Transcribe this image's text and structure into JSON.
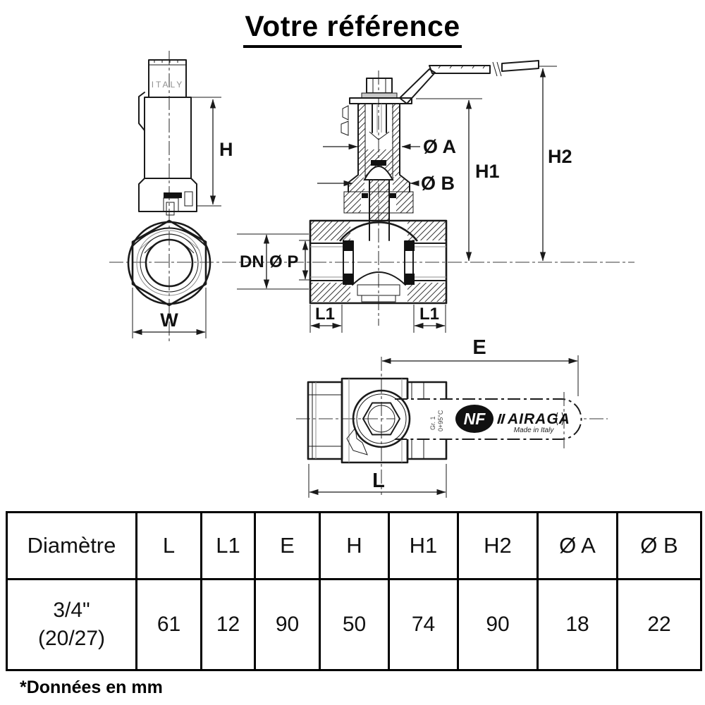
{
  "page": {
    "title": "Votre référence",
    "footnote": "*Données en mm"
  },
  "diagram": {
    "side_view": {
      "handle_marking": "ITALY",
      "dim_h": "H",
      "dim_w": "W"
    },
    "section_view": {
      "dim_dia_a": "Ø A",
      "dim_dia_b": "Ø B",
      "dim_h1": "H1",
      "dim_h2": "H2",
      "dim_dn": "DN",
      "dim_dia_p": "Ø P",
      "dim_l1_left": "L1",
      "dim_l1_right": "L1"
    },
    "top_view": {
      "dim_e": "E",
      "dim_l": "L",
      "handle_cert": "NF",
      "handle_brand": "AIRAGA",
      "handle_origin": "Made in Italy",
      "handle_small_text_1": "Gr. 1",
      "handle_small_text_2": "0+95°C"
    }
  },
  "table": {
    "headers": [
      "Diamètre",
      "L",
      "L1",
      "E",
      "H",
      "H1",
      "H2",
      "Ø A",
      "Ø B"
    ],
    "row": {
      "diameter_line1": "3/4\"",
      "diameter_line2": "(20/27)",
      "values": [
        "61",
        "12",
        "90",
        "50",
        "74",
        "90",
        "18",
        "22"
      ]
    }
  },
  "colors": {
    "line": "#1a1a1a",
    "background": "#ffffff",
    "muted_marking": "#919191"
  }
}
